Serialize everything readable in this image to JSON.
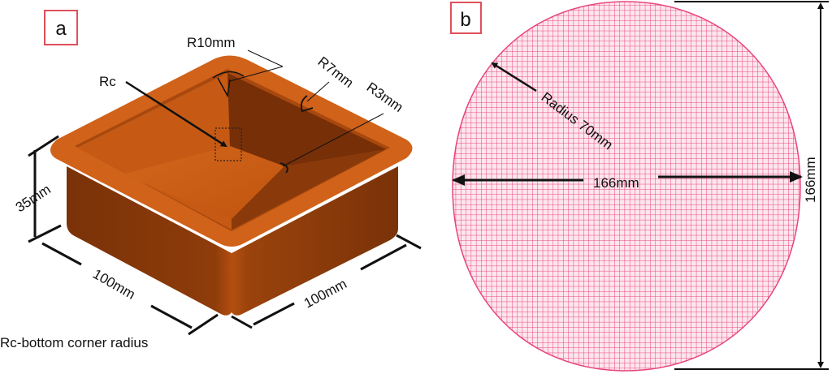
{
  "panel_a": {
    "label": "a",
    "box_color": "#c4530f",
    "annotations": {
      "r_top": "R10mm",
      "rc": "Rc",
      "r_side": "R7mm",
      "r_bottom": "R3mm",
      "height": "35mm",
      "length_left": "100mm",
      "length_right": "100mm"
    },
    "caption": "Rc-bottom corner radius"
  },
  "panel_b": {
    "label": "b",
    "mesh_color": "#e8457a",
    "annotations": {
      "radius": "Radius 70mm",
      "width": "166mm",
      "height": "166mm"
    }
  }
}
